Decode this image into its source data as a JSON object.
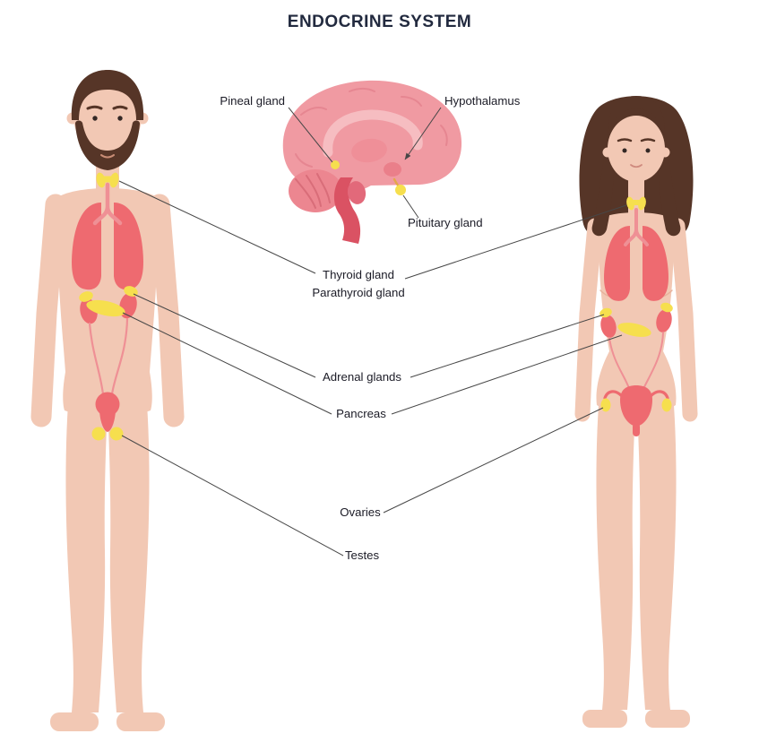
{
  "title": "ENDOCRINE SYSTEM",
  "labels": {
    "pineal": "Pineal gland",
    "hypothalamus": "Hypothalamus",
    "pituitary": "Pituitary gland",
    "thyroid": "Thyroid gland",
    "parathyroid": "Parathyroid gland",
    "adrenal": "Adrenal glands",
    "pancreas": "Pancreas",
    "ovaries": "Ovaries",
    "testes": "Testes"
  },
  "colors": {
    "skin": "#f2c8b4",
    "hair": "#563527",
    "organ": "#ee6a70",
    "organ_light": "#ef9095",
    "gland": "#f6df4e",
    "brain": "#f09aa2",
    "brain_light": "#f6bdc1",
    "brain_mid": "#ef8f98",
    "cerebellum": "#ec8690",
    "brainstem": "#da5263",
    "leader_line": "#474747",
    "label_text": "#1b1b26",
    "title_text": "#222a3f"
  }
}
